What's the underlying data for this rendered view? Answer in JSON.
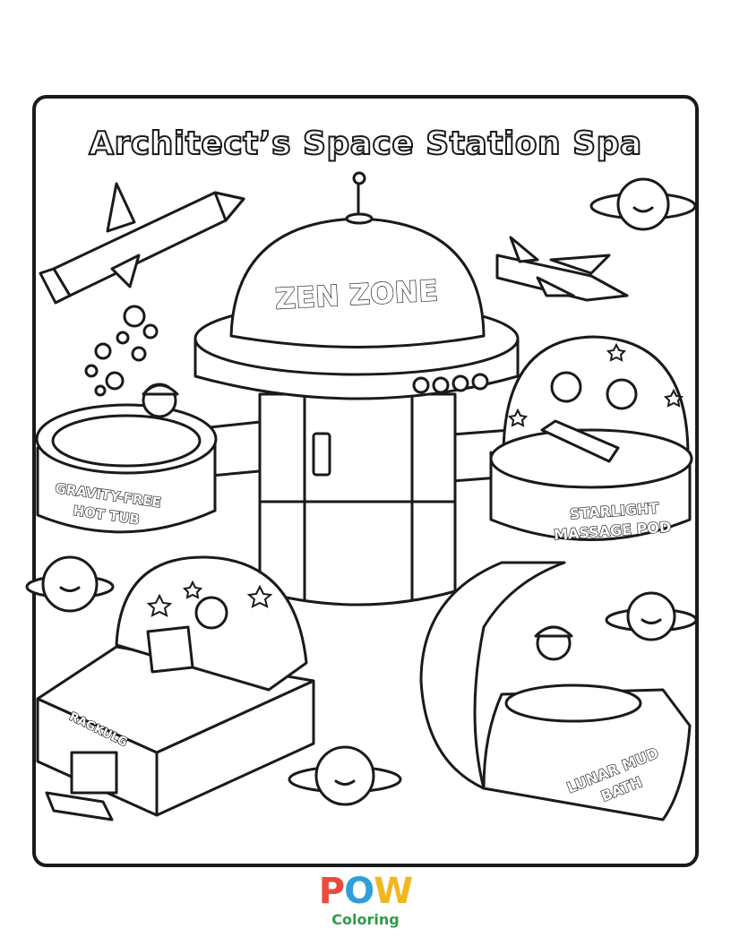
{
  "title": "Architect’s Space Station Spa",
  "dome_label": "ZEN ZONE",
  "pods": {
    "hot_tub": [
      "GRAVITY-FREE",
      "HOT TUB"
    ],
    "massage": [
      "STARLIGHT",
      "MASSAGE POD"
    ],
    "mud_bath": [
      "LUNAR MUD",
      "BATH"
    ],
    "sauna_sign": "RAGKULG"
  },
  "logo": {
    "brand_p": "P",
    "brand_o": "O",
    "brand_w": "W",
    "sub": "Coloring"
  }
}
